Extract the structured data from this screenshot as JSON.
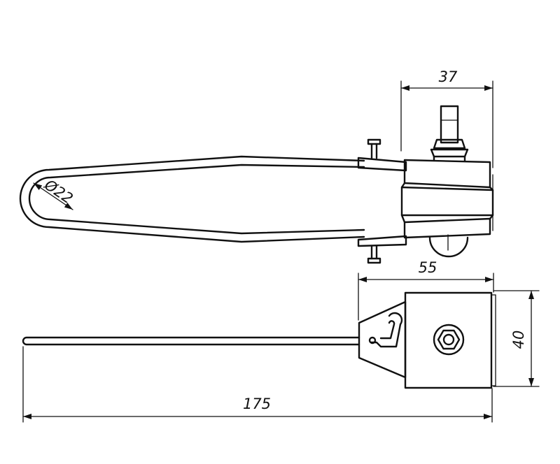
{
  "drawing": {
    "line_color": "#111111",
    "background": "#ffffff"
  },
  "dimensions": {
    "diameter": "Ø22",
    "top_width": "37",
    "body_width": "55",
    "body_height": "40",
    "overall_length": "175"
  }
}
